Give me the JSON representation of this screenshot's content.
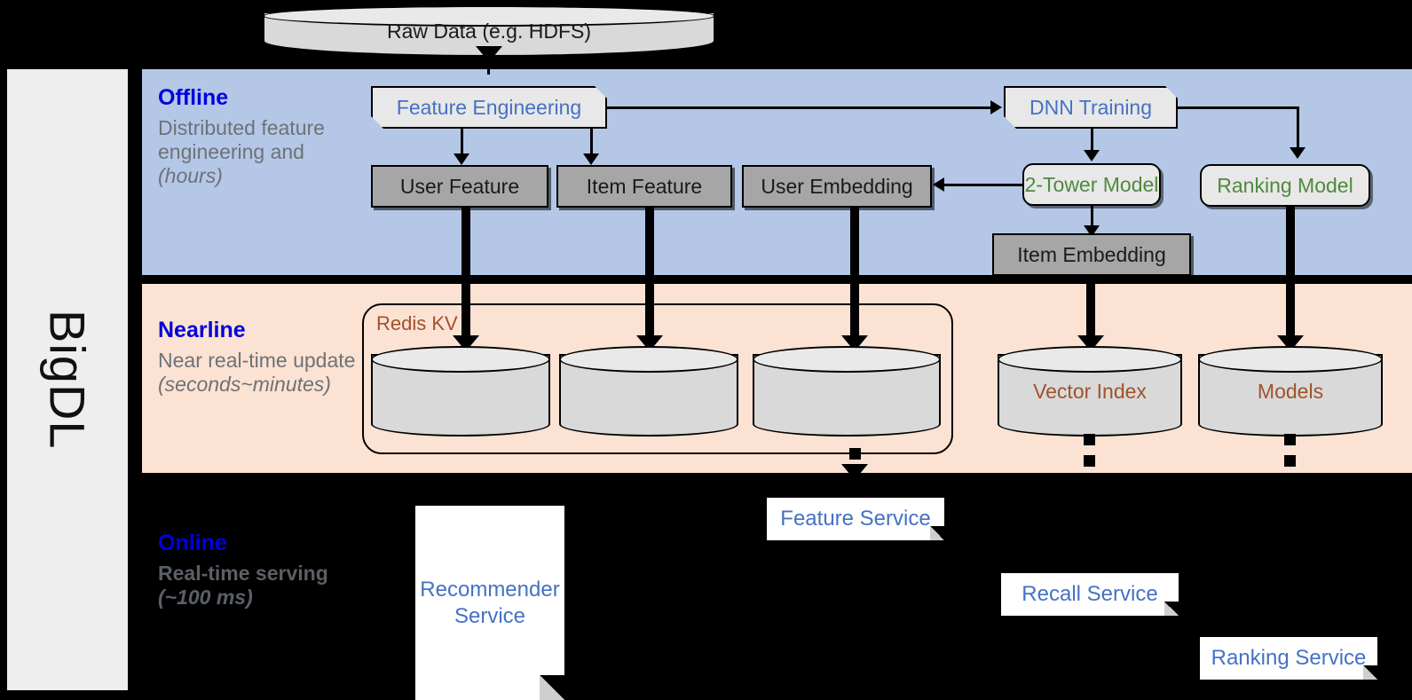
{
  "platform": {
    "name": "BigDL"
  },
  "source": {
    "raw_data_label": "Raw Data (e.g. HDFS)"
  },
  "bands": {
    "offline": {
      "title": "Offline",
      "subtitle": "Distributed feature engineering and ",
      "subtitle_em": "(hours)",
      "bg_color": "#b4c7e7"
    },
    "nearline": {
      "title": "Nearline",
      "subtitle": "Near real-time update ",
      "subtitle_em": "(seconds~minutes)",
      "bg_color": "#fbe2d3"
    },
    "online": {
      "title": "Online",
      "subtitle": "Real-time serving ",
      "subtitle_em": "(~100 ms)",
      "bg_color": "#000000"
    }
  },
  "offline_nodes": {
    "feature_engineering": "Feature Engineering",
    "dnn_training": "DNN Training",
    "user_feature": "User Feature",
    "item_feature": "Item Feature",
    "user_embedding": "User Embedding",
    "two_tower_model": "2-Tower Model",
    "ranking_model": "Ranking Model",
    "item_embedding": "Item Embedding"
  },
  "nearline_nodes": {
    "redis_kv": "Redis KV",
    "store_user_feature": "",
    "store_item_feature": "",
    "store_user_embedding": "",
    "vector_index": "Vector Index",
    "models": "Models"
  },
  "online_nodes": {
    "recommender_service": "Recommender Service",
    "feature_service": "Feature Service",
    "recall_service": "Recall Service",
    "ranking_service": "Ranking Service"
  },
  "colors": {
    "heading_blue": "#0000dd",
    "process_blue": "#4472c4",
    "model_green": "#4e8a3e",
    "store_brown": "#a0522d",
    "offline_bg": "#b4c7e7",
    "nearline_bg": "#fbe2d3",
    "online_bg": "#000000",
    "grey_box": "#a6a6a6"
  }
}
